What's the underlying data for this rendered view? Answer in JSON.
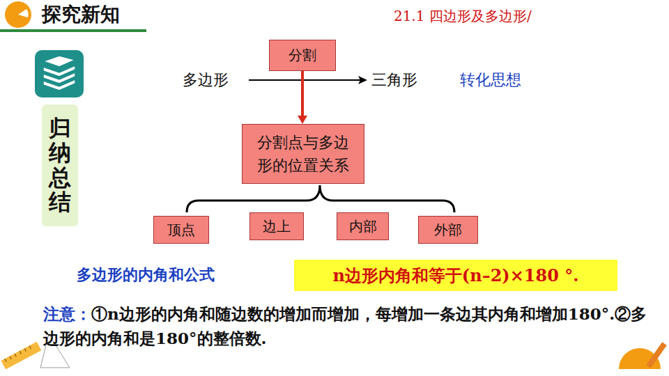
{
  "diagram": {
    "title": "探究新知",
    "nodes": [
      {
        "text": [
          "归纳总结"
        ]
      },
      {
        "text": [
          "分割"
        ]
      },
      {
        "text": [
          "分割点与多边形的位置关系"
        ]
      },
      {
        "text": [
          "顶点"
        ]
      },
      {
        "text": [
          "边上"
        ]
      },
      {
        "text": [
          "内部"
        ]
      },
      {
        "text": [
          "外部"
        ]
      },
      {
        "text": [
          "n边形内角和等于(n–2)×180 °."
        ]
      }
    ],
    "edges": [
      {
        "from": 1,
        "to": 2,
        "arrow": "to"
      }
    ],
    "labels": [
      "21.1 四边形及多边形/",
      "多边形",
      "三角形",
      "转化思想",
      "多边形的内角和公式",
      "注意：",
      "①n边形的内角和随边数的增加而增加，每增加一条边其内角和增加180°.②多边形的内角和是180°的整倍数."
    ]
  }
}
